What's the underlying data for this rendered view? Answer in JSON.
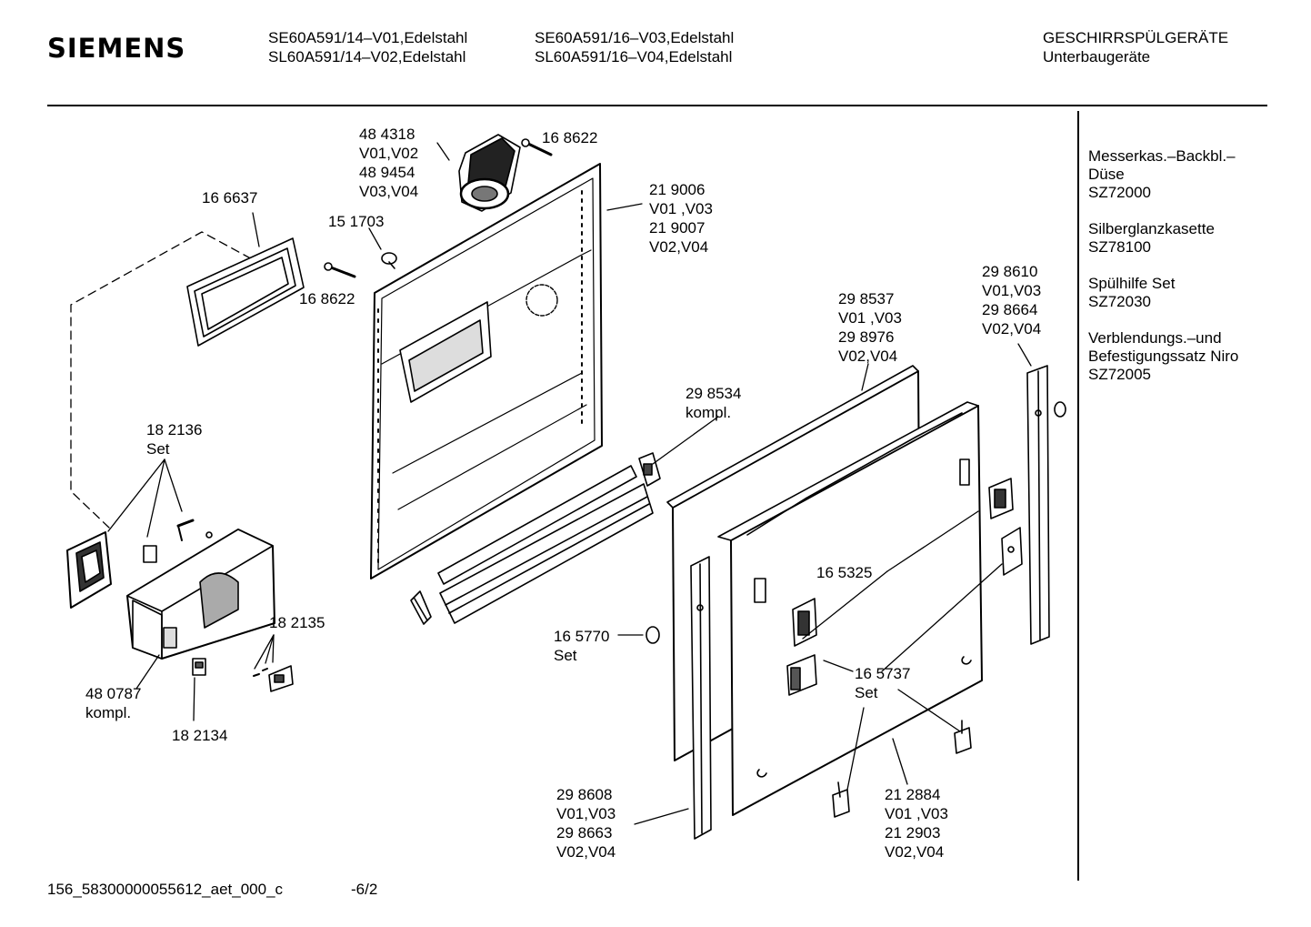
{
  "header": {
    "brand": "SIEMENS",
    "models_left": "SE60A591/14–V01,Edelstahl\nSL60A591/14–V02,Edelstahl",
    "models_right": "SE60A591/16–V03,Edelstahl\nSL60A591/16–V04,Edelstahl",
    "category": "GESCHIRRSPÜLGERÄTE\nUnterbaugeräte"
  },
  "accessories": [
    "Messerkas.–Backbl.–\nDüse\nSZ72000",
    "Silberglanzkasette\nSZ78100",
    "Spülhilfe Set\nSZ72030",
    "Verblendungs.–und\nBefestigungssatz Niro\nSZ72005"
  ],
  "parts": {
    "p484318": "48 4318\nV01,V02\n48 9454\nV03,V04",
    "p168622a": "16 8622",
    "p166637": "16 6637",
    "p151703": "15 1703",
    "p168622b": "16 8622",
    "p219006": "21 9006\nV01 ,V03\n21 9007\nV02,V04",
    "p298537": "29 8537\nV01 ,V03\n29 8976\nV02,V04",
    "p298610": "29 8610\nV01,V03\n29 8664\nV02,V04",
    "p298534": "29 8534\nkompl.",
    "p182136": "18 2136\nSet",
    "p182135": "18 2135",
    "p480787": "48 0787\nkompl.",
    "p182134": "18 2134",
    "p165325": "16 5325",
    "p165770": "16 5770\nSet",
    "p165737": "16 5737\nSet",
    "p298608": "29 8608\nV01,V03\n29 8663\nV02,V04",
    "p212884": "21 2884\nV01 ,V03\n21 2903\nV02,V04"
  },
  "footer": {
    "doc_id": "156_58300000055612_aet_000_c",
    "page": "-6/2"
  }
}
